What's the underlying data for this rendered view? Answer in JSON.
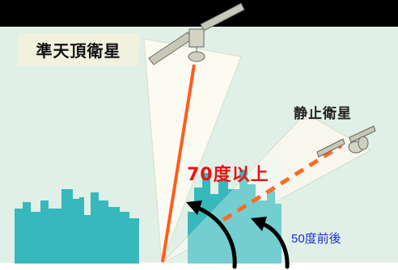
{
  "labels": {
    "qzss": "準天頂衛星",
    "geostationary": "静止衛星",
    "elevation_qzss": "70度以上",
    "elevation_geo": "50度前後"
  },
  "colors": {
    "sky": "#e0f0e6",
    "building": "#37b8bd",
    "beam": "#fbfbf2",
    "qzss_signal": "#ff5c1c",
    "geo_signal": "#ff6a22",
    "angle_text_red": "#ee1111",
    "angle_text_blue": "#1d2fd6",
    "top_band": "#000000"
  },
  "icons": {
    "qzss_satellite": "satellite-icon",
    "geo_satellite": "satellite-icon",
    "angle_arrows": "curved-arrow-icon"
  }
}
